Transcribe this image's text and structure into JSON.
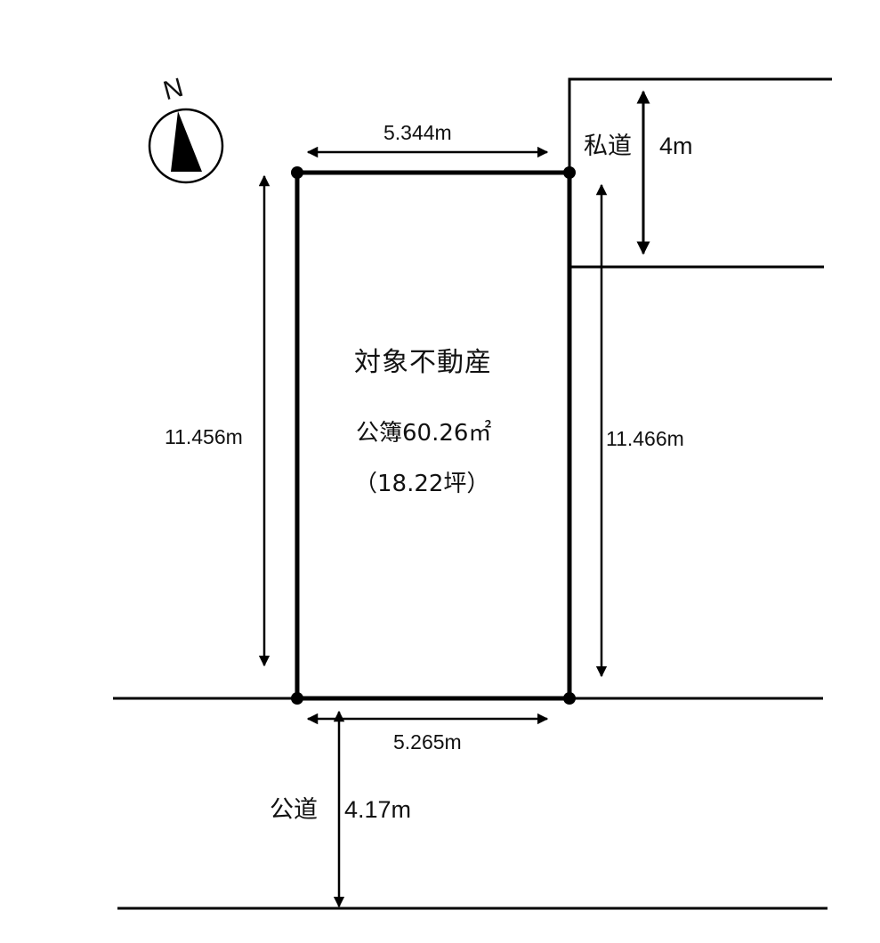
{
  "compass": {
    "label": "N",
    "icon": "north-arrow-icon"
  },
  "property": {
    "title": "対象不動産",
    "registered_area": "公簿60.26㎡",
    "tsubo": "（18.22坪）"
  },
  "dimensions": {
    "top": "5.344m",
    "bottom": "5.265m",
    "left": "11.456m",
    "right": "11.466m"
  },
  "roads": {
    "private": {
      "label": "私道",
      "width": "4m"
    },
    "public": {
      "label": "公道",
      "width": "4.17m"
    }
  },
  "colors": {
    "line": "#000000",
    "background": "#ffffff"
  }
}
